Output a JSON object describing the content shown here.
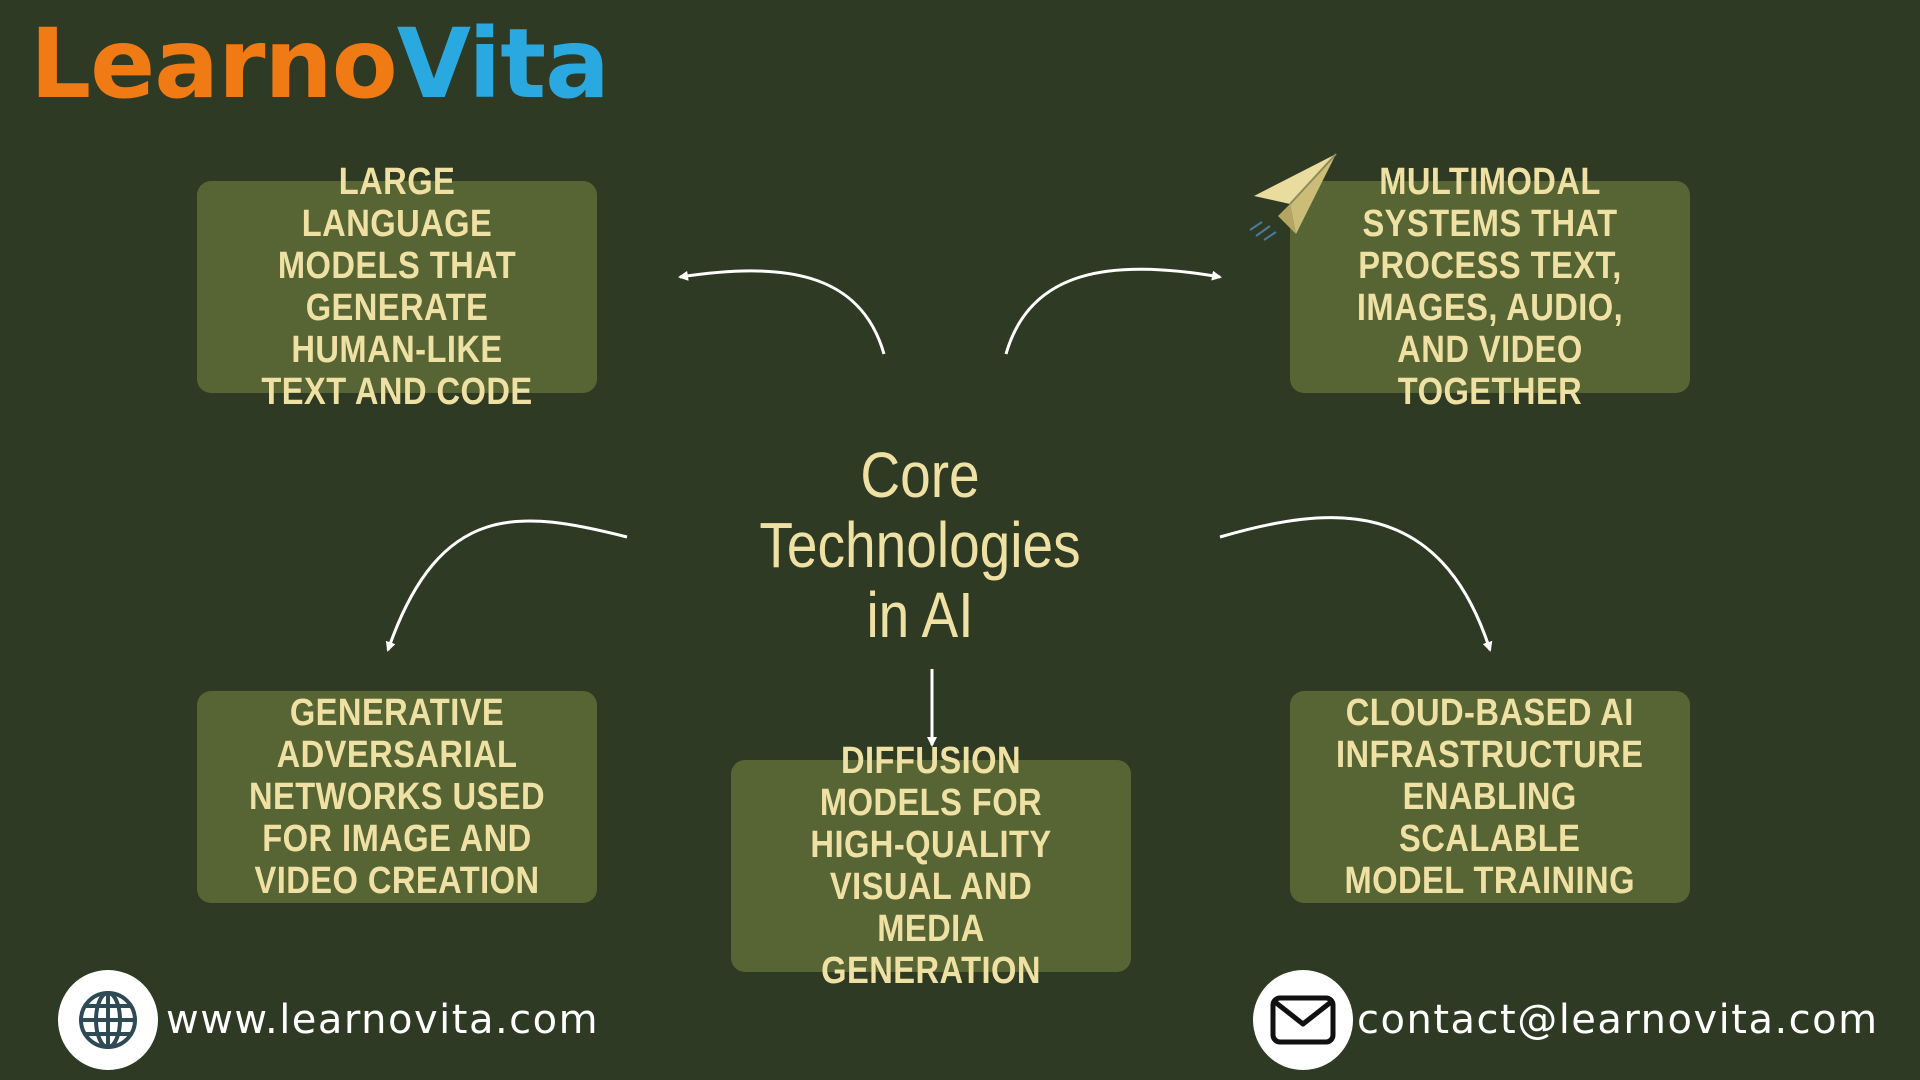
{
  "logo": {
    "part1": "Learno",
    "part2": "Vita"
  },
  "center": {
    "line1": "Core Technologies",
    "line2": "in AI"
  },
  "boxes": {
    "llm": "Large language models that generate human-like text and code",
    "multimodal": "Multimodal systems that process text, images, audio, and video together",
    "gan": "Generative adversarial networks used for image and video creation",
    "diffusion": "Diffusion models for high-quality visual and media generation",
    "cloud": "Cloud-based AI infrastructure enabling scalable model training"
  },
  "footer": {
    "website": "www.learnovita.com",
    "email": "contact@learnovita.com"
  },
  "colors": {
    "background": "#2e3a23",
    "box": "#576433",
    "text": "#efe1a4",
    "logo_orange": "#f07a14",
    "logo_blue": "#2aa9e0"
  },
  "icons": [
    "paper-plane-icon",
    "globe-icon",
    "mail-icon"
  ]
}
